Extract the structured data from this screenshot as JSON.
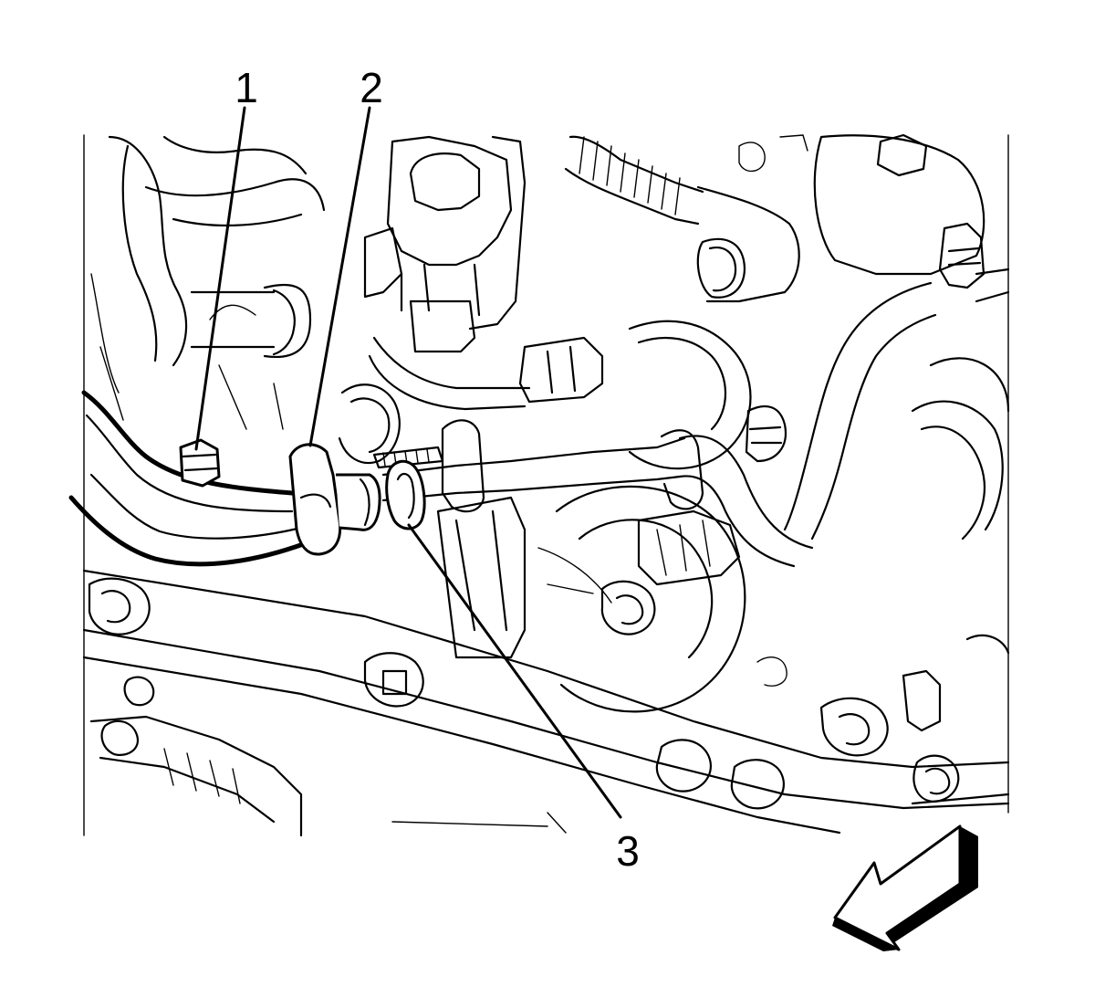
{
  "figure": {
    "callouts": [
      {
        "id": "1",
        "label": "1"
      },
      {
        "id": "2",
        "label": "2"
      },
      {
        "id": "3",
        "label": "3"
      }
    ],
    "colors": {
      "ink": "#000000",
      "paper": "#ffffff"
    },
    "icons": {
      "direction_arrow": "front-direction-arrow-icon"
    }
  }
}
